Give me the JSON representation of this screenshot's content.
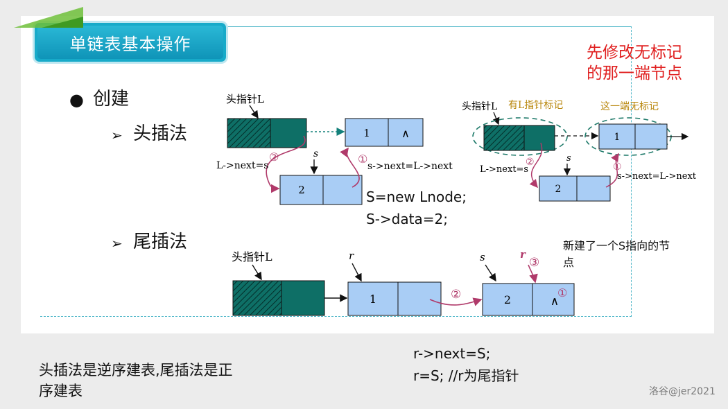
{
  "slide": {
    "title": "单链表基本操作",
    "red_note_line1": "先修改无标记",
    "red_note_line2": "的那一端节点",
    "bullet_create": "创建",
    "sub_head_insert": "头插法",
    "sub_tail_insert": "尾插法",
    "code_line1": "S=new Lnode;",
    "code_line2": "S->data=2;",
    "new_node_note_line1": "新建了一个S指向的节",
    "new_node_note_line2": "点"
  },
  "diagram_head_insert": {
    "head_pointer_label": "头指针L",
    "node1_value": "1",
    "node1_next": "∧",
    "node2_value": "2",
    "s_label": "s",
    "step2_marker": "②",
    "step1_marker": "①",
    "step2_code": "L->next=s",
    "step1_code": "s->next=L->next"
  },
  "diagram_head_insert_annotated": {
    "head_pointer_label": "头指针L",
    "marked_label": "有L指针标记",
    "unmarked_label": "这一端无标记",
    "node1_value": "1",
    "node2_value": "2",
    "s_label": "s",
    "step2_marker": "②",
    "step1_marker": "①",
    "step2_code": "L->next=s",
    "step1_code": "s->next=L->next"
  },
  "diagram_tail_insert": {
    "head_pointer_label": "头指针L",
    "r_label": "r",
    "s_label": "s",
    "r_red_label": "r",
    "node1_value": "1",
    "node2_value": "2",
    "node2_next": "∧",
    "step1_marker": "①",
    "step2_marker": "②",
    "step3_marker": "③"
  },
  "footer": {
    "summary_line1": "头插法是逆序建表,尾插法是正",
    "summary_line2": "序建表",
    "code_line1": "r->next=S;",
    "code_line2": "r=S; //r为尾指针",
    "watermark": "洛谷@jer2021"
  },
  "colors": {
    "title_bg": "#17aac9",
    "node_fill": "#a9cdf5",
    "node_dark": "#0e6f66",
    "arrow_purple": "#b03a6a",
    "note_red": "#e02020"
  }
}
